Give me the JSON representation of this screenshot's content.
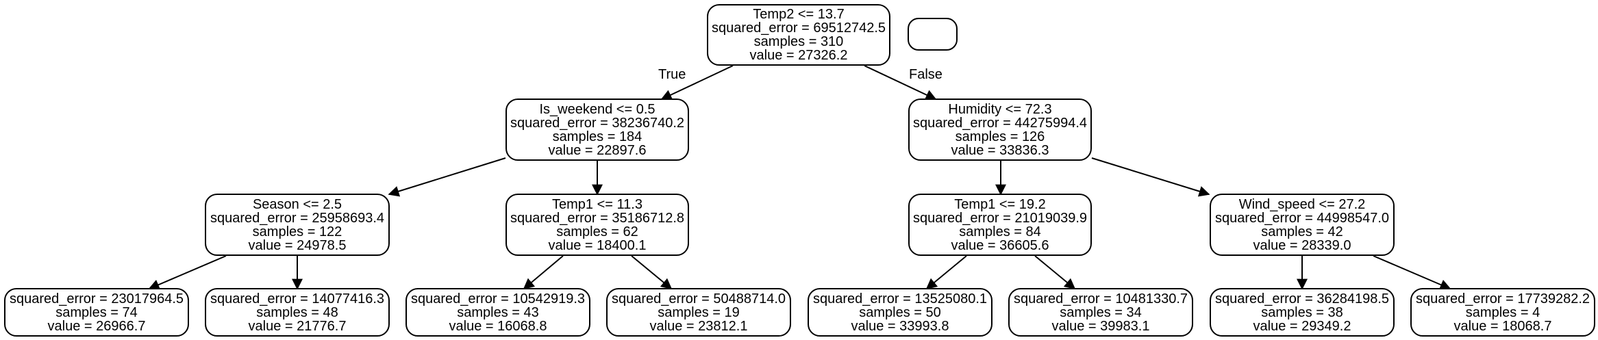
{
  "tree": {
    "edge_labels": {
      "true_label": "True",
      "false_label": "False"
    },
    "nodes": {
      "root": {
        "split": "Temp2 <= 13.7",
        "squared_error": "squared_error = 69512742.5",
        "samples": "samples = 310",
        "value": "value = 27326.2"
      },
      "left": {
        "split": "Is_weekend <= 0.5",
        "squared_error": "squared_error = 38236740.2",
        "samples": "samples = 184",
        "value": "value = 22897.6"
      },
      "right": {
        "split": "Humidity <= 72.3",
        "squared_error": "squared_error = 44275994.4",
        "samples": "samples = 126",
        "value": "value = 33836.3"
      },
      "ll": {
        "split": "Season <= 2.5",
        "squared_error": "squared_error = 25958693.4",
        "samples": "samples = 122",
        "value": "value = 24978.5"
      },
      "lr": {
        "split": "Temp1 <= 11.3",
        "squared_error": "squared_error = 35186712.8",
        "samples": "samples = 62",
        "value": "value = 18400.1"
      },
      "rl": {
        "split": "Temp1 <= 19.2",
        "squared_error": "squared_error = 21019039.9",
        "samples": "samples = 84",
        "value": "value = 36605.6"
      },
      "rr": {
        "split": "Wind_speed <= 27.2",
        "squared_error": "squared_error = 44998547.0",
        "samples": "samples = 42",
        "value": "value = 28339.0"
      },
      "lll": {
        "squared_error": "squared_error = 23017964.5",
        "samples": "samples = 74",
        "value": "value = 26966.7"
      },
      "llr": {
        "squared_error": "squared_error = 14077416.3",
        "samples": "samples = 48",
        "value": "value = 21776.7"
      },
      "lrl": {
        "squared_error": "squared_error = 10542919.3",
        "samples": "samples = 43",
        "value": "value = 16068.8"
      },
      "lrr": {
        "squared_error": "squared_error = 50488714.0",
        "samples": "samples = 19",
        "value": "value = 23812.1"
      },
      "rll": {
        "squared_error": "squared_error = 13525080.1",
        "samples": "samples = 50",
        "value": "value = 33993.8"
      },
      "rlr": {
        "squared_error": "squared_error = 10481330.7",
        "samples": "samples = 34",
        "value": "value = 39983.1"
      },
      "rrl": {
        "squared_error": "squared_error = 36284198.5",
        "samples": "samples = 38",
        "value": "value = 29349.2"
      },
      "rrr": {
        "squared_error": "squared_error = 17739282.2",
        "samples": "samples = 4",
        "value": "value = 18068.7"
      }
    }
  }
}
